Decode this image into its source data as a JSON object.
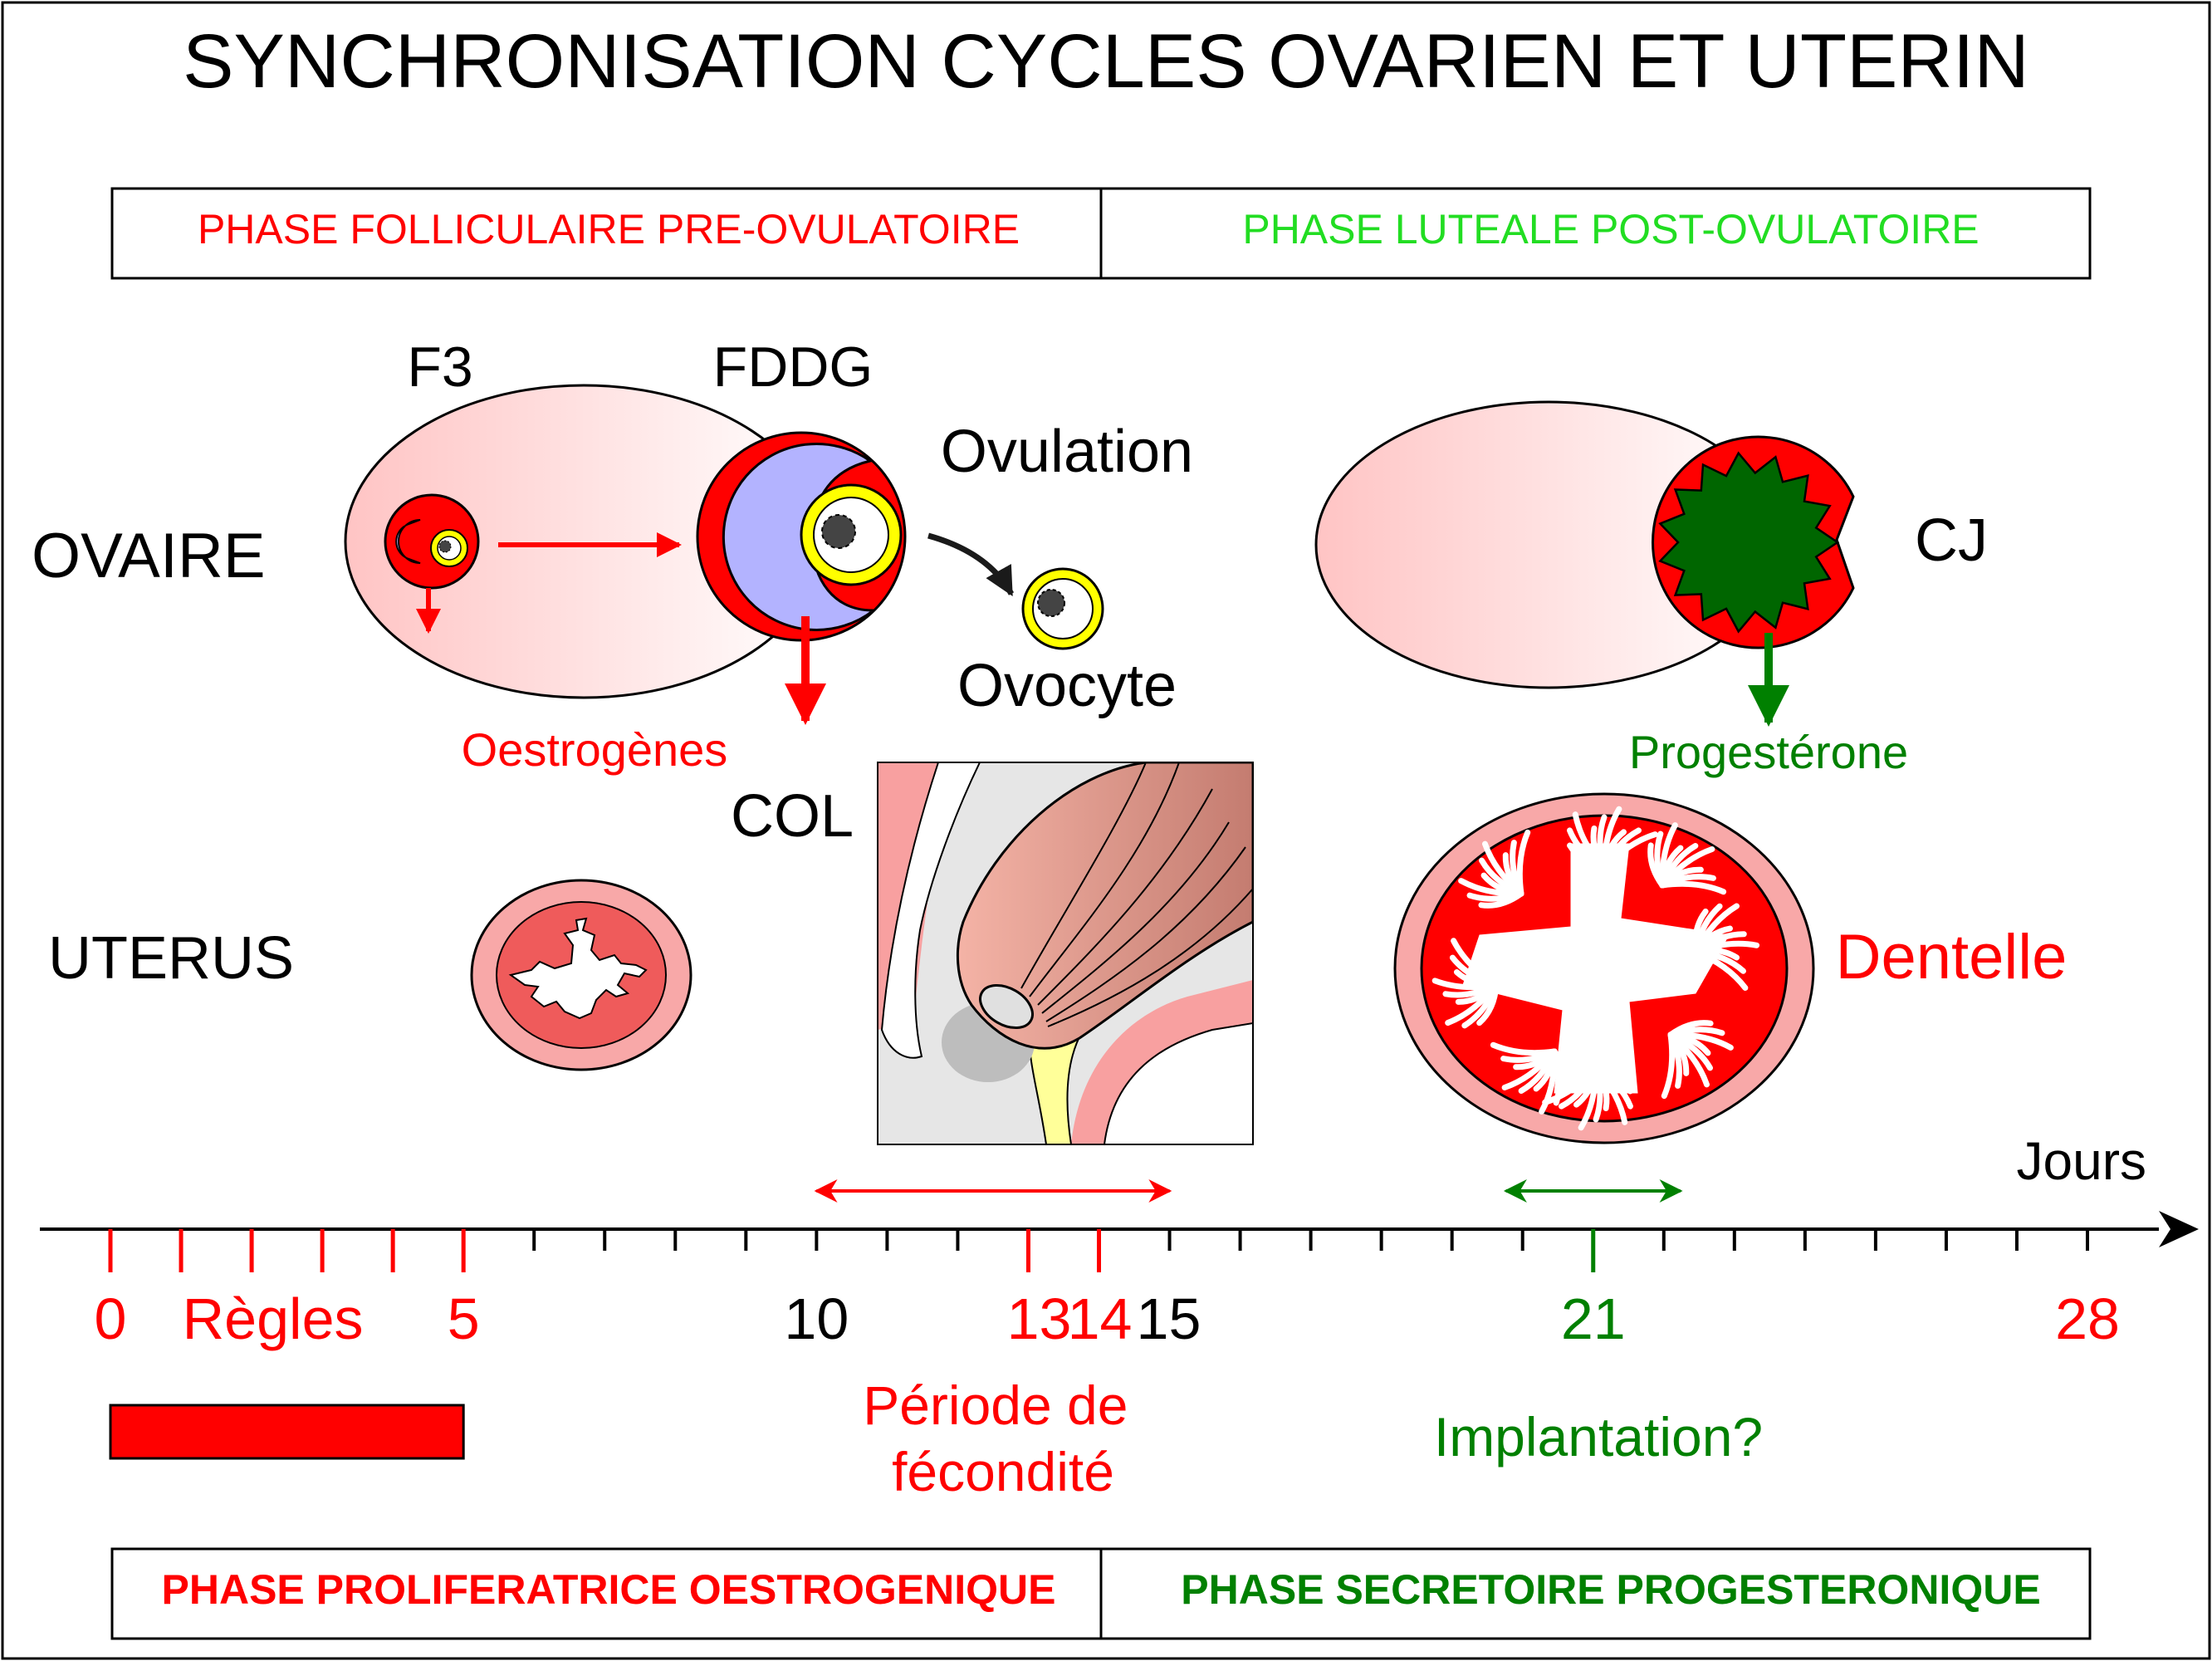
{
  "title": "SYNCHRONISATION CYCLES OVARIEN ET UTERIN",
  "top_phases": {
    "follicular": "PHASE FOLLICULAIRE PRE-OVULATOIRE",
    "luteal": "PHASE LUTEALE POST-OVULATOIRE"
  },
  "ovary": {
    "label": "OVAIRE",
    "f3": "F3",
    "fddg": "FDDG",
    "ovulation": "Ovulation",
    "ovocyte": "Ovocyte",
    "cj": "CJ",
    "oestrogenes": "Oestrogènes",
    "progesterone": "Progestérone"
  },
  "uterus": {
    "label": "UTERUS",
    "col": "COL",
    "dentelle": "Dentelle"
  },
  "timeline": {
    "unit_label": "Jours",
    "day_min": 0,
    "day_max": 28,
    "labels": [
      {
        "text": "0",
        "day": 0,
        "color": "#ff0000"
      },
      {
        "text": "Règles",
        "day": 2.3,
        "color": "#ff0000"
      },
      {
        "text": "5",
        "day": 5,
        "color": "#ff0000"
      },
      {
        "text": "10",
        "day": 10,
        "color": "#000000"
      },
      {
        "text": "13",
        "day": 13,
        "color": "#ff0000"
      },
      {
        "text": "14",
        "day": 14,
        "color": "#ff0000"
      },
      {
        "text": "15",
        "day": 15,
        "color": "#000000"
      },
      {
        "text": "21",
        "day": 21,
        "color": "#008000"
      },
      {
        "text": "28",
        "day": 28,
        "color": "#ff0000"
      }
    ],
    "red_ticks": [
      0,
      1,
      2,
      3,
      4,
      5,
      13,
      14
    ],
    "green_ticks": [
      21
    ],
    "fertility_range": [
      10,
      15
    ],
    "implantation_range": [
      20,
      22
    ],
    "menses_range": [
      0,
      5
    ],
    "fertility_label": "Période de fécondité",
    "implantation_label": "Implantation?"
  },
  "bottom_phases": {
    "proliferative": "PHASE PROLIFERATRICE OESTROGENIQUE",
    "secretory": "PHASE SECRETOIRE PROGESTERONIQUE"
  },
  "colors": {
    "red": "#ff0000",
    "green": "#008000",
    "bright_green": "#22dd22",
    "dark_green": "#006600",
    "follicle_fluid": "#b3b3ff",
    "yellow": "#ffff00"
  }
}
